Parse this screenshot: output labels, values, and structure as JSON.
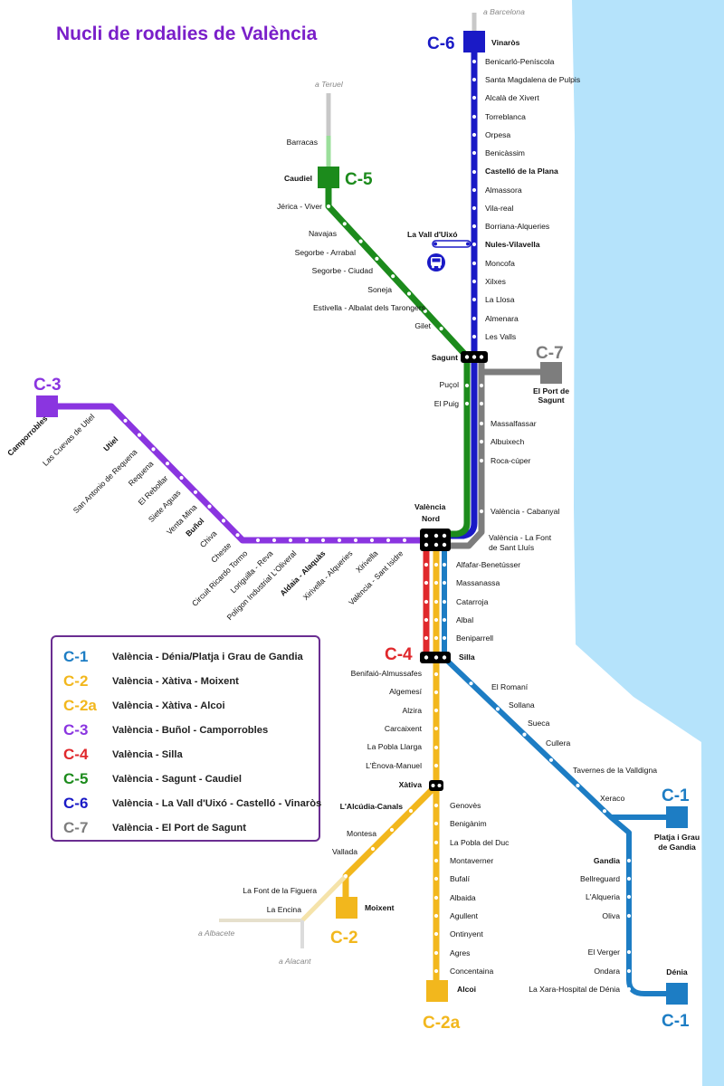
{
  "map": {
    "title": "Nucli de rodalies de València",
    "colors": {
      "sea": "#b5e3fb",
      "C-1": "#1d7dc4",
      "C-2": "#f2b71d",
      "C-2a": "#f2b71d",
      "C-3": "#8a35e0",
      "C-4": "#e0282c",
      "C-5": "#1c8b1c",
      "C-6": "#1a1ac6",
      "C-7": "#7d7d7d",
      "hub": "#000000"
    },
    "line_labels": {
      "c6": "C-6",
      "c5": "C-5",
      "c7": "C-7",
      "c3": "C-3",
      "c4": "C-4",
      "c1_top": "C-1",
      "c1_bottom": "C-1",
      "c2": "C-2",
      "c2a": "C-2a"
    },
    "destinations": {
      "barcelona": "a Barcelona",
      "teruel": "a Teruel",
      "albacete": "a Albacete",
      "alacant": "a Alacant"
    },
    "hubs": {
      "valencia_nord_1": "València",
      "valencia_nord_2": "Nord"
    },
    "stations": {
      "c6": [
        "Vinaròs",
        "Benicarló-Peníscola",
        "Santa Magdalena de Pulpis",
        "Alcalà de Xivert",
        "Torreblanca",
        "Orpesa",
        "Benicàssim",
        "Castelló de la Plana",
        "Almassora",
        "Vila-real",
        "Borriana-Alqueries",
        "Nules-Vilavella",
        "Moncofa",
        "Xilxes",
        "La Llosa",
        "Almenara",
        "Les Valls"
      ],
      "c5": [
        "Barracas",
        "Caudiel",
        "Jérica - Viver",
        "Navajas",
        "Segorbe - Arrabal",
        "Segorbe - Ciudad",
        "Soneja",
        "Estivella - Albalat dels Tarongers",
        "Gilet"
      ],
      "vall_duixo": "La Vall d'Uixó",
      "shared_north": [
        "Sagunt",
        "Puçol",
        "El Puig",
        "Massalfassar",
        "Albuixech",
        "Roca-cúper",
        "València - Cabanyal",
        "València - La Font",
        "de Sant Lluís"
      ],
      "c7_end": [
        "El Port de",
        "Sagunt"
      ],
      "c3": [
        "Camporrobles",
        "Las Cuevas de Utiel",
        "Utiel",
        "San Antonio de Requena",
        "Requena",
        "El Rebollar",
        "Siete Aguas",
        "Venta Mina",
        "Buñol",
        "Chiva",
        "Cheste",
        "Circuit Ricardo Tormo",
        "Loriguilla - Reva",
        "Polígon Industrial L'Oliveral",
        "Aldaia - Alaquàs",
        "Xirivella - Alqueries",
        "Xirivella",
        "València - Sant Isidre"
      ],
      "south_to_silla": [
        "Alfafar-Benetússer",
        "Massanassa",
        "Catarroja",
        "Albal",
        "Beniparrell",
        "Silla"
      ],
      "c1": [
        "El Romaní",
        "Sollana",
        "Sueca",
        "Cullera",
        "Tavernes de la Valldigna",
        "Xeraco",
        "Gandia",
        "Bellreguard",
        "L'Alqueria",
        "Oliva",
        "El Verger",
        "Ondara",
        "La Xara-Hospital de Dénia",
        "Dénia"
      ],
      "c1_branch": [
        "Platja i Grau",
        "de Gandia"
      ],
      "c2_trunk": [
        "Benifaió-Almussafes",
        "Algemesí",
        "Alzira",
        "Carcaixent",
        "La Pobla Llarga",
        "L'Ènova-Manuel",
        "Xàtiva"
      ],
      "c2": [
        "L'Alcúdia-Canals",
        "Montesa",
        "Vallada",
        "La Font de la Figuera",
        "La Encina",
        "Moixent"
      ],
      "c2a": [
        "Genovès",
        "Benigànim",
        "La Pobla del Duc",
        "Montaverner",
        "Bufalí",
        "Albaida",
        "Agullent",
        "Ontinyent",
        "Agres",
        "Concentaina",
        "Alcoi"
      ]
    }
  },
  "legend": [
    {
      "code": "C-1",
      "color": "#1d7dc4",
      "route": "València - Dénia/Platja i Grau de Gandia"
    },
    {
      "code": "C-2",
      "color": "#f2b71d",
      "route": "València - Xàtiva - Moixent"
    },
    {
      "code": "C-2a",
      "color": "#f2b71d",
      "route": "València - Xàtiva - Alcoi"
    },
    {
      "code": "C-3",
      "color": "#8a35e0",
      "route": "València - Buñol - Camporrobles"
    },
    {
      "code": "C-4",
      "color": "#e0282c",
      "route": "València - Silla"
    },
    {
      "code": "C-5",
      "color": "#1c8b1c",
      "route": "València - Sagunt - Caudiel"
    },
    {
      "code": "C-6",
      "color": "#1a1ac6",
      "route": "València - La Vall d'Uixó - Castelló - Vinaròs"
    },
    {
      "code": "C-7",
      "color": "#7d7d7d",
      "route": "València - El Port de Sagunt"
    }
  ],
  "bus_icon": "bus-icon"
}
